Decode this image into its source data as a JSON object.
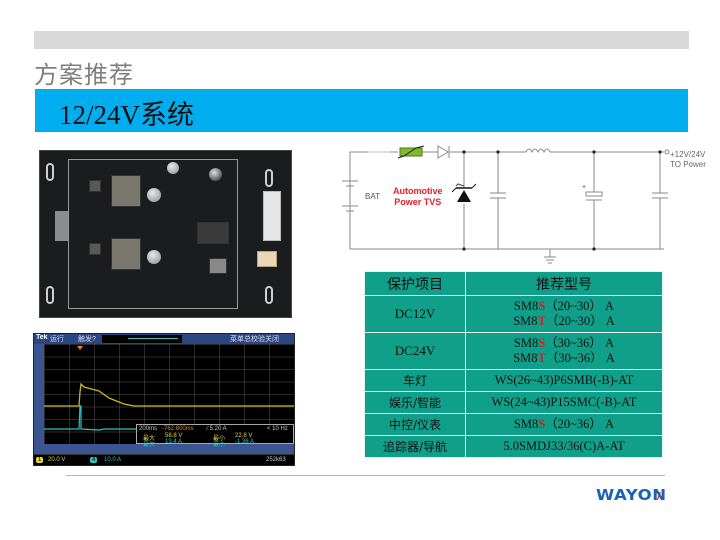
{
  "header": {
    "section_title": "方案推荐",
    "banner_title": "12/24V系统"
  },
  "colors": {
    "banner_blue": "#00adef",
    "table_teal": "#10a08a",
    "highlight_red": "#e3161e",
    "logo_blue": "#1a62b8"
  },
  "circuit": {
    "battery_label": "BAT",
    "tvs_label_line1": "Automotive",
    "tvs_label_line2": "Power TVS",
    "output_label_line1": "+12V/24V",
    "output_label_line2": "TO Power"
  },
  "oscilloscope": {
    "brand": "Tek",
    "status": "运行",
    "trigger": "触发?",
    "menu_right": "菜单总校验关闭",
    "ch1_scale": "20.0 V",
    "ch4_scale": "10.0 A",
    "timebase": "200ms",
    "trigger_pos": "-762.800ms",
    "trigger_level": "∕ 5.20 A",
    "rate": "< 10 Hz",
    "meas_ch1_max_label": "最大",
    "meas_ch1_max": "58.8 V",
    "meas_ch1_min_label": "最小",
    "meas_ch1_min": "22.8 V",
    "meas_ch4_max_label": "最大",
    "meas_ch4_max": "13.4 A",
    "meas_ch4_min_label": "最小",
    "meas_ch4_min": "-1.36 A",
    "record_length": "252k63"
  },
  "table": {
    "headers": [
      "保护项目",
      "推荐型号"
    ],
    "rows": [
      {
        "item": "DC12V",
        "models": [
          {
            "prefix": "SM8",
            "hl": "S",
            "suffix": "（20~30） A"
          },
          {
            "prefix": "SM8",
            "hl": "T",
            "suffix": "（20~30） A"
          }
        ]
      },
      {
        "item": "DC24V",
        "models": [
          {
            "prefix": "SM8",
            "hl": "S",
            "suffix": "（30~36） A"
          },
          {
            "prefix": "SM8",
            "hl": "T",
            "suffix": "（30~36） A"
          }
        ]
      },
      {
        "item": "车灯",
        "model": "WS(26~43)P6SMB(-B)-AT"
      },
      {
        "item": "娱乐/智能",
        "model": "WS(24~43)P15SMC(-B)-AT"
      },
      {
        "item": "中控/仪表",
        "models": [
          {
            "prefix": "SM8",
            "hl": "S",
            "suffix": "（20~36） A"
          }
        ]
      },
      {
        "item": "追踪器/导航",
        "model": "5.0SMDJ33/36(C)A-AT"
      }
    ]
  },
  "footer": {
    "logo_text_1": "WAY",
    "logo_text_2": "ON",
    "logo_o": "O"
  }
}
